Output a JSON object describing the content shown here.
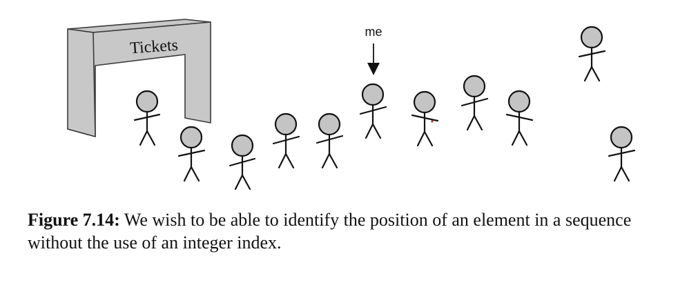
{
  "figure": {
    "sign_text": "Tickets",
    "pointer_label": "me",
    "caption_label": "Figure 7.14:",
    "caption_text": "We wish to be able to identify the position of an element in a sequence without the use of an integer index."
  }
}
